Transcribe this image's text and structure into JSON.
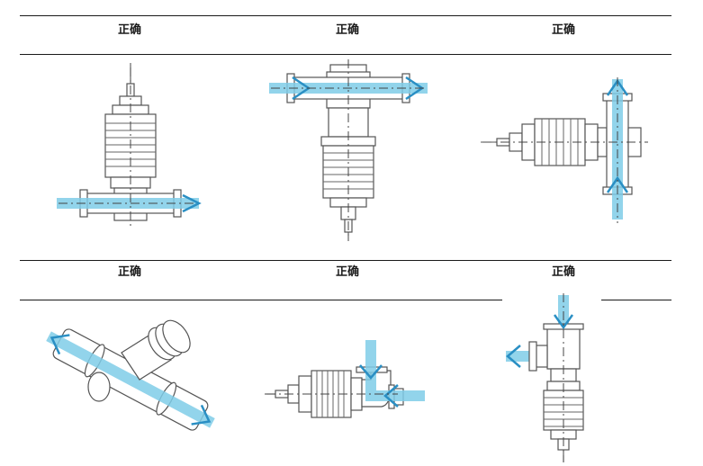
{
  "table": {
    "row1_labels": [
      "正确",
      "正确",
      "正确"
    ],
    "row2_labels": [
      "正确",
      "正确",
      "正确"
    ]
  },
  "colors": {
    "flow": "#7fcce8",
    "arrow": "#2a8fc4",
    "line": "#555555"
  }
}
